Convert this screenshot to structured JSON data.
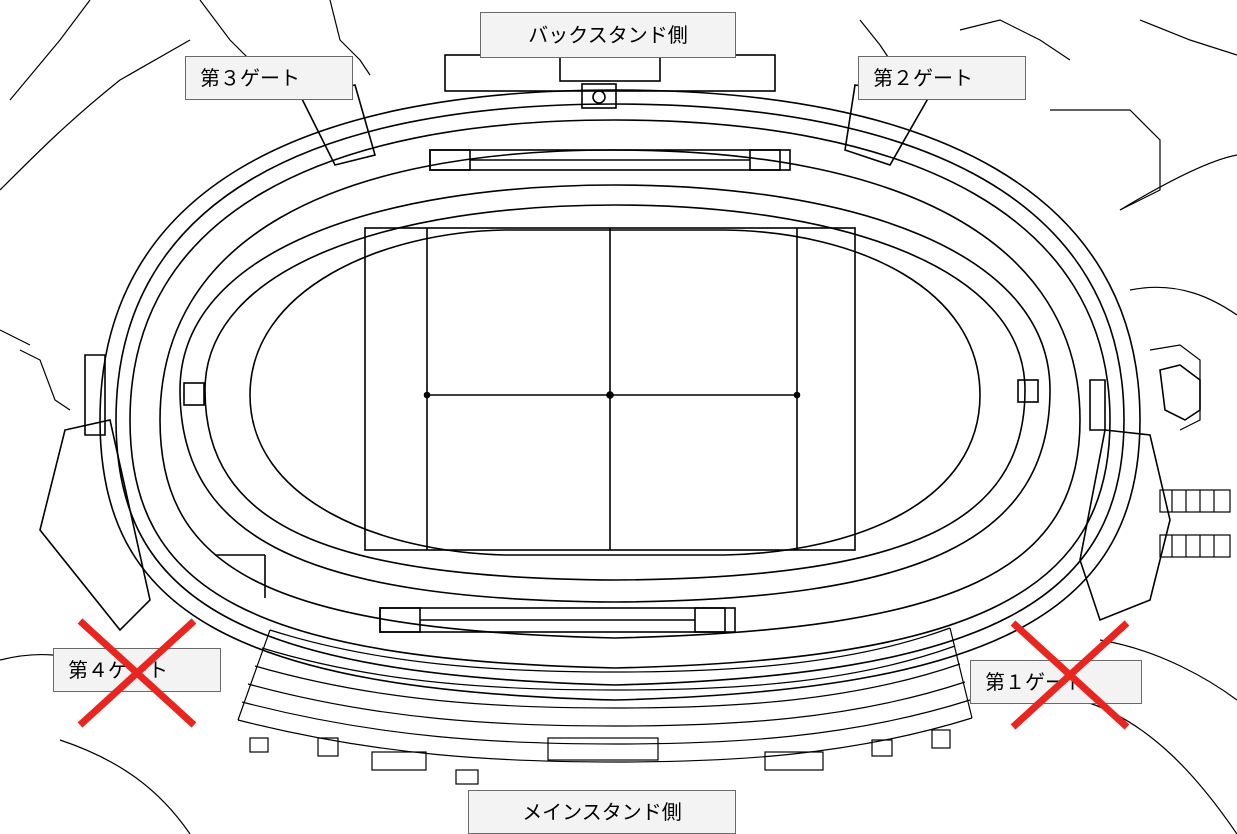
{
  "map": {
    "labels": {
      "back_stand": "バックスタンド側",
      "main_stand": "メインスタンド側",
      "gate_1": "第１ゲート",
      "gate_2": "第２ゲート",
      "gate_3": "第３ゲート",
      "gate_4": "第４ゲート"
    },
    "closed_gates": [
      "第１ゲート",
      "第４ゲート"
    ],
    "colors": {
      "line": "#000000",
      "closed_mark": "#e8261f",
      "label_bg": "#f3f3f3",
      "background": "#ffffff"
    }
  }
}
